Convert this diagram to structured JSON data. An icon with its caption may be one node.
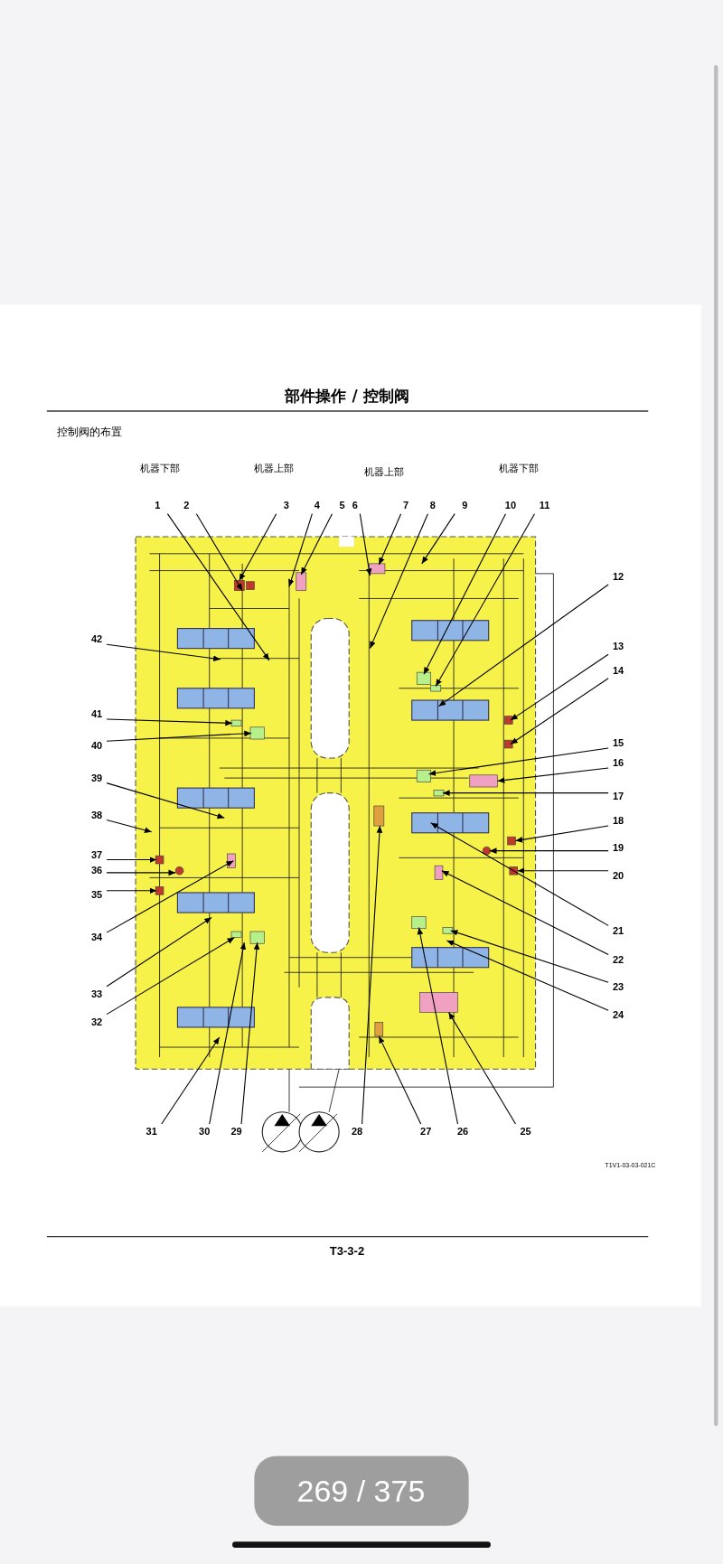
{
  "diagram": {
    "title": "部件操作 / 控制阀",
    "nodes": [
      {
        "text": [
          "1"
        ]
      },
      {
        "text": [
          "2"
        ]
      },
      {
        "text": [
          "3"
        ]
      },
      {
        "text": [
          "4"
        ]
      },
      {
        "text": [
          "5"
        ]
      },
      {
        "text": [
          "6"
        ]
      },
      {
        "text": [
          "7"
        ]
      },
      {
        "text": [
          "8"
        ]
      },
      {
        "text": [
          "9"
        ]
      },
      {
        "text": [
          "10"
        ]
      },
      {
        "text": [
          "11"
        ]
      },
      {
        "text": [
          "12"
        ]
      },
      {
        "text": [
          "13"
        ]
      },
      {
        "text": [
          "14"
        ]
      },
      {
        "text": [
          "15"
        ]
      },
      {
        "text": [
          "16"
        ]
      },
      {
        "text": [
          "17"
        ]
      },
      {
        "text": [
          "18"
        ]
      },
      {
        "text": [
          "19"
        ]
      },
      {
        "text": [
          "20"
        ]
      },
      {
        "text": [
          "21"
        ]
      },
      {
        "text": [
          "22"
        ]
      },
      {
        "text": [
          "23"
        ]
      },
      {
        "text": [
          "24"
        ]
      },
      {
        "text": [
          "25"
        ]
      },
      {
        "text": [
          "26"
        ]
      },
      {
        "text": [
          "27"
        ]
      },
      {
        "text": [
          "28"
        ]
      },
      {
        "text": [
          "29"
        ]
      },
      {
        "text": [
          "30"
        ]
      },
      {
        "text": [
          "31"
        ]
      },
      {
        "text": [
          "32"
        ]
      },
      {
        "text": [
          "33"
        ]
      },
      {
        "text": [
          "34"
        ]
      },
      {
        "text": [
          "35"
        ]
      },
      {
        "text": [
          "36"
        ]
      },
      {
        "text": [
          "37"
        ]
      },
      {
        "text": [
          "38"
        ]
      },
      {
        "text": [
          "39"
        ]
      },
      {
        "text": [
          "40"
        ]
      },
      {
        "text": [
          "41"
        ]
      },
      {
        "text": [
          "42"
        ]
      }
    ],
    "edges": [
      {
        "from": 0,
        "to": null,
        "arrow": "to"
      },
      {
        "from": 1,
        "to": null,
        "arrow": "to"
      },
      {
        "from": 2,
        "to": null,
        "arrow": "to"
      },
      {
        "from": 3,
        "to": null,
        "arrow": "to"
      },
      {
        "from": 4,
        "to": null,
        "arrow": "to"
      },
      {
        "from": 5,
        "to": null,
        "arrow": "to"
      },
      {
        "from": 6,
        "to": null,
        "arrow": "to"
      },
      {
        "from": 7,
        "to": null,
        "arrow": "to"
      },
      {
        "from": 8,
        "to": null,
        "arrow": "to"
      },
      {
        "from": 9,
        "to": null,
        "arrow": "to"
      },
      {
        "from": 10,
        "to": null,
        "arrow": "to"
      },
      {
        "from": 11,
        "to": null,
        "arrow": "to"
      },
      {
        "from": 12,
        "to": null,
        "arrow": "to"
      },
      {
        "from": 13,
        "to": null,
        "arrow": "to"
      },
      {
        "from": 14,
        "to": null,
        "arrow": "to"
      },
      {
        "from": 15,
        "to": null,
        "arrow": "to"
      },
      {
        "from": 16,
        "to": null,
        "arrow": "to"
      },
      {
        "from": 17,
        "to": null,
        "arrow": "to"
      },
      {
        "from": 18,
        "to": null,
        "arrow": "to"
      },
      {
        "from": 19,
        "to": null,
        "arrow": "to"
      },
      {
        "from": 20,
        "to": null,
        "arrow": "to"
      },
      {
        "from": 21,
        "to": null,
        "arrow": "to"
      },
      {
        "from": 22,
        "to": null,
        "arrow": "to"
      },
      {
        "from": 23,
        "to": null,
        "arrow": "to"
      },
      {
        "from": 24,
        "to": null,
        "arrow": "to"
      },
      {
        "from": 25,
        "to": null,
        "arrow": "to"
      },
      {
        "from": 26,
        "to": null,
        "arrow": "to"
      },
      {
        "from": 27,
        "to": null,
        "arrow": "to"
      },
      {
        "from": 28,
        "to": null,
        "arrow": "to"
      },
      {
        "from": 29,
        "to": null,
        "arrow": "to"
      },
      {
        "from": 30,
        "to": null,
        "arrow": "to"
      },
      {
        "from": 31,
        "to": null,
        "arrow": "to"
      },
      {
        "from": 32,
        "to": null,
        "arrow": "to"
      },
      {
        "from": 33,
        "to": null,
        "arrow": "to"
      },
      {
        "from": 34,
        "to": null,
        "arrow": "to"
      },
      {
        "from": 35,
        "to": null,
        "arrow": "to"
      },
      {
        "from": 36,
        "to": null,
        "arrow": "to"
      },
      {
        "from": 37,
        "to": null,
        "arrow": "to"
      },
      {
        "from": 38,
        "to": null,
        "arrow": "to"
      },
      {
        "from": 39,
        "to": null,
        "arrow": "to"
      },
      {
        "from": 40,
        "to": null,
        "arrow": "to"
      },
      {
        "from": 41,
        "to": null,
        "arrow": "to"
      }
    ],
    "labels": [
      "控制阀的布置",
      "机器下部",
      "机器上部",
      "机器上部",
      "机器下部",
      "T1V1-03-03-021C",
      "T3-3-2",
      "269 / 375"
    ]
  }
}
